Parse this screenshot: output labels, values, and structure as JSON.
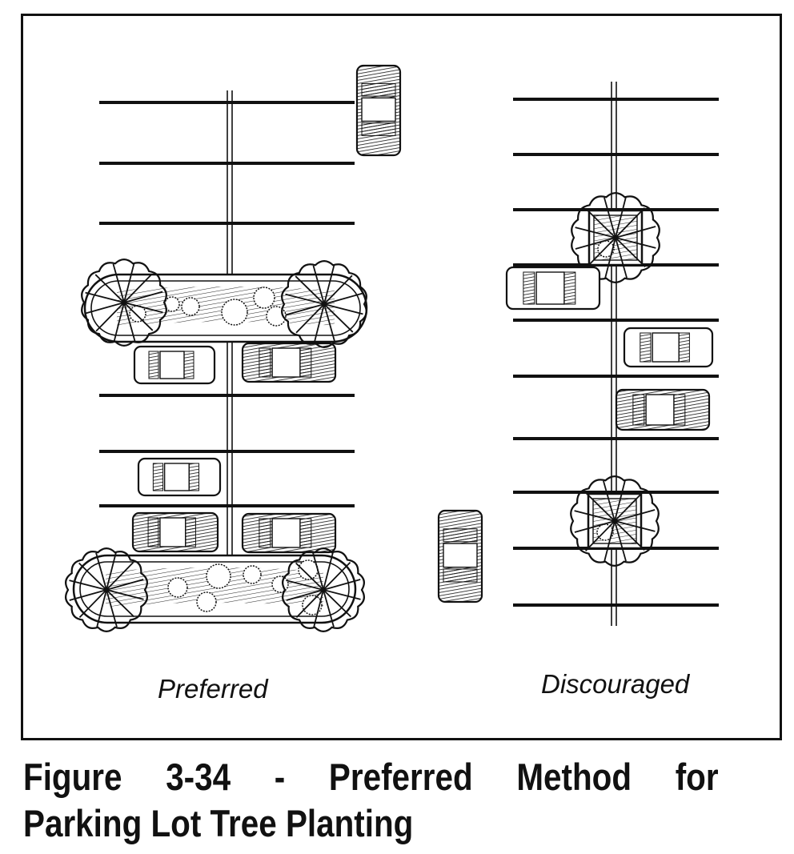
{
  "figure": {
    "panels": [
      {
        "id": "preferred",
        "label": "Preferred"
      },
      {
        "id": "discouraged",
        "label": "Discouraged"
      }
    ],
    "caption": {
      "words_line1": [
        "Figure",
        "3-34",
        "-",
        "Preferred",
        "Method",
        "for"
      ],
      "line2": "Parking Lot Tree Planting"
    },
    "colors": {
      "ink": "#111111",
      "background": "#ffffff"
    }
  }
}
